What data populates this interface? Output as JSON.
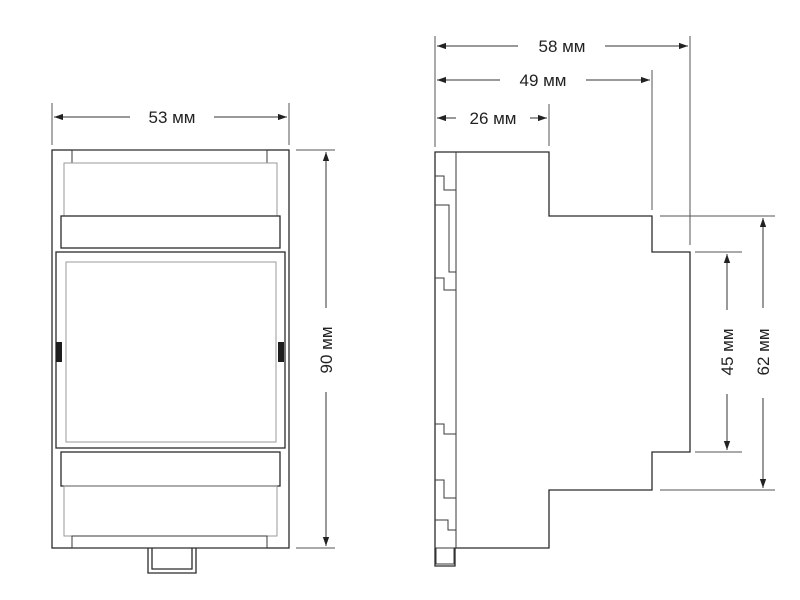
{
  "dimensions": {
    "front_width": "53 мм",
    "front_height": "90 мм",
    "side_depth_total": "58 мм",
    "side_depth_mid": "49 мм",
    "side_depth_base": "26 мм",
    "side_height_inner": "45 мм",
    "side_height_outer": "62 мм"
  }
}
